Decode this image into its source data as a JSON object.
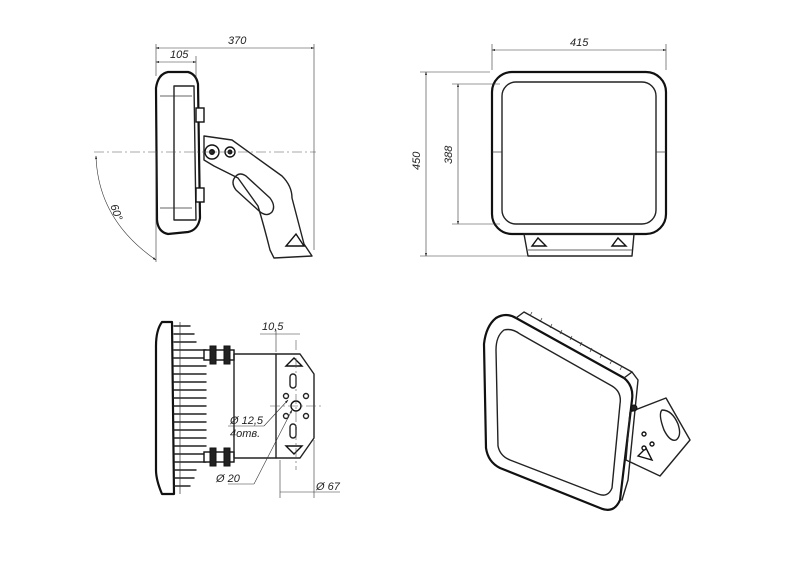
{
  "dimensions": {
    "side_overall_width": "370",
    "side_depth": "105",
    "tilt_angle": "60°",
    "front_width": "415",
    "front_total_height": "450",
    "front_body_height": "388",
    "bracket_offset": "10,5",
    "hole_diameter": "Ø 12,5",
    "hole_count": "4отв.",
    "center_hole_diameter": "Ø 20",
    "bracket_width": "Ø 67"
  }
}
